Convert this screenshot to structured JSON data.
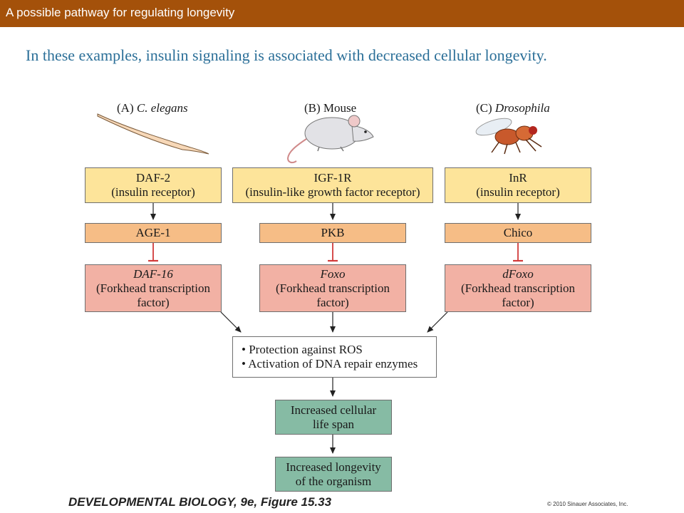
{
  "header": {
    "title": "A possible pathway for regulating longevity"
  },
  "subtitle": "In these examples, insulin signaling is associated with decreased cellular longevity.",
  "panels": [
    {
      "letter": "(A)",
      "organism": "C. elegans",
      "receptor": [
        "DAF-2",
        "(insulin receptor)"
      ],
      "kinase": "AGE-1",
      "factor": [
        "DAF-16",
        "(Forkhead transcription",
        "factor)"
      ]
    },
    {
      "letter": "(B)",
      "organism": "Mouse",
      "receptor": [
        "IGF-1R",
        "(insulin-like growth factor receptor)"
      ],
      "kinase": "PKB",
      "factor": [
        "Foxo",
        "(Forkhead transcription",
        "factor)"
      ]
    },
    {
      "letter": "(C)",
      "organism": "Drosophila",
      "receptor": [
        "InR",
        "(insulin receptor)"
      ],
      "kinase": "Chico",
      "factor": [
        "dFoxo",
        "(Forkhead transcription",
        "factor)"
      ]
    }
  ],
  "effects": [
    "• Protection against ROS",
    "• Activation of DNA repair enzymes"
  ],
  "outcomes": {
    "cellular": [
      "Increased cellular",
      "life span"
    ],
    "organism": [
      "Increased longevity",
      "of the organism"
    ]
  },
  "footer": {
    "title": "DEVELOPMENTAL BIOLOGY, 9e, Figure 15.33",
    "copyright": "© 2010 Sinauer Associates, Inc."
  },
  "colors": {
    "header_bar": "#a4510a",
    "subtitle": "#2b6f98",
    "receptor_box": "#fde49a",
    "kinase_box": "#f6bd86",
    "factor_box": "#f2b1a4",
    "outcome_box": "#86bba4",
    "inhibition": "#d23a3a"
  }
}
